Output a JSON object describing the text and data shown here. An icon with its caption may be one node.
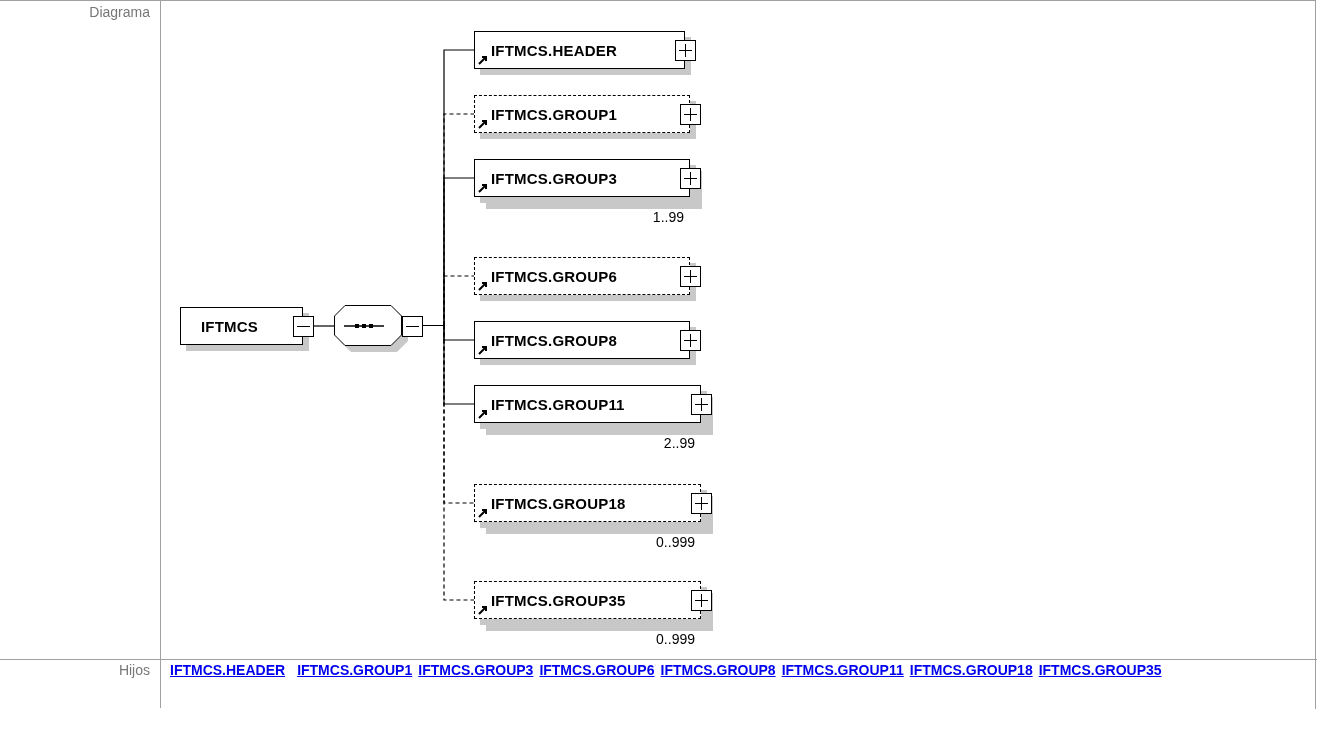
{
  "diagram": {
    "nodes": [
      {
        "text": [
          "IFTMCS"
        ]
      },
      {
        "text": [],
        "shape": "octagon"
      },
      {
        "text": [
          "IFTMCS.HEADER"
        ]
      },
      {
        "text": [
          "IFTMCS.GROUP1"
        ]
      },
      {
        "text": [
          "IFTMCS.GROUP3"
        ],
        "beside": [
          "1..99"
        ]
      },
      {
        "text": [
          "IFTMCS.GROUP6"
        ]
      },
      {
        "text": [
          "IFTMCS.GROUP8"
        ]
      },
      {
        "text": [
          "IFTMCS.GROUP11"
        ],
        "beside": [
          "2..99"
        ]
      },
      {
        "text": [
          "IFTMCS.GROUP18"
        ],
        "beside": [
          "0..999"
        ]
      },
      {
        "text": [
          "IFTMCS.GROUP35"
        ],
        "beside": [
          "0..999"
        ]
      }
    ],
    "edges": [
      {
        "from": 0,
        "to": 1,
        "arrow": "none"
      },
      {
        "from": 1,
        "to": 2,
        "arrow": "none"
      },
      {
        "from": 1,
        "to": 3,
        "arrow": "none",
        "style": "dashed"
      },
      {
        "from": 1,
        "to": 4,
        "arrow": "none"
      },
      {
        "from": 1,
        "to": 5,
        "arrow": "none",
        "style": "dashed"
      },
      {
        "from": 1,
        "to": 6,
        "arrow": "none"
      },
      {
        "from": 1,
        "to": 7,
        "arrow": "none"
      },
      {
        "from": 1,
        "to": 8,
        "arrow": "none",
        "style": "dashed"
      },
      {
        "from": 1,
        "to": 9,
        "arrow": "none",
        "style": "dashed"
      }
    ],
    "labels": [
      "Diagrama",
      "Hijos",
      "IFTMCS.HEADER",
      "IFTMCS.GROUP1",
      "IFTMCS.GROUP3",
      "IFTMCS.GROUP6",
      "IFTMCS.GROUP8",
      "IFTMCS.GROUP11",
      "IFTMCS.GROUP18",
      "IFTMCS.GROUP35"
    ]
  }
}
